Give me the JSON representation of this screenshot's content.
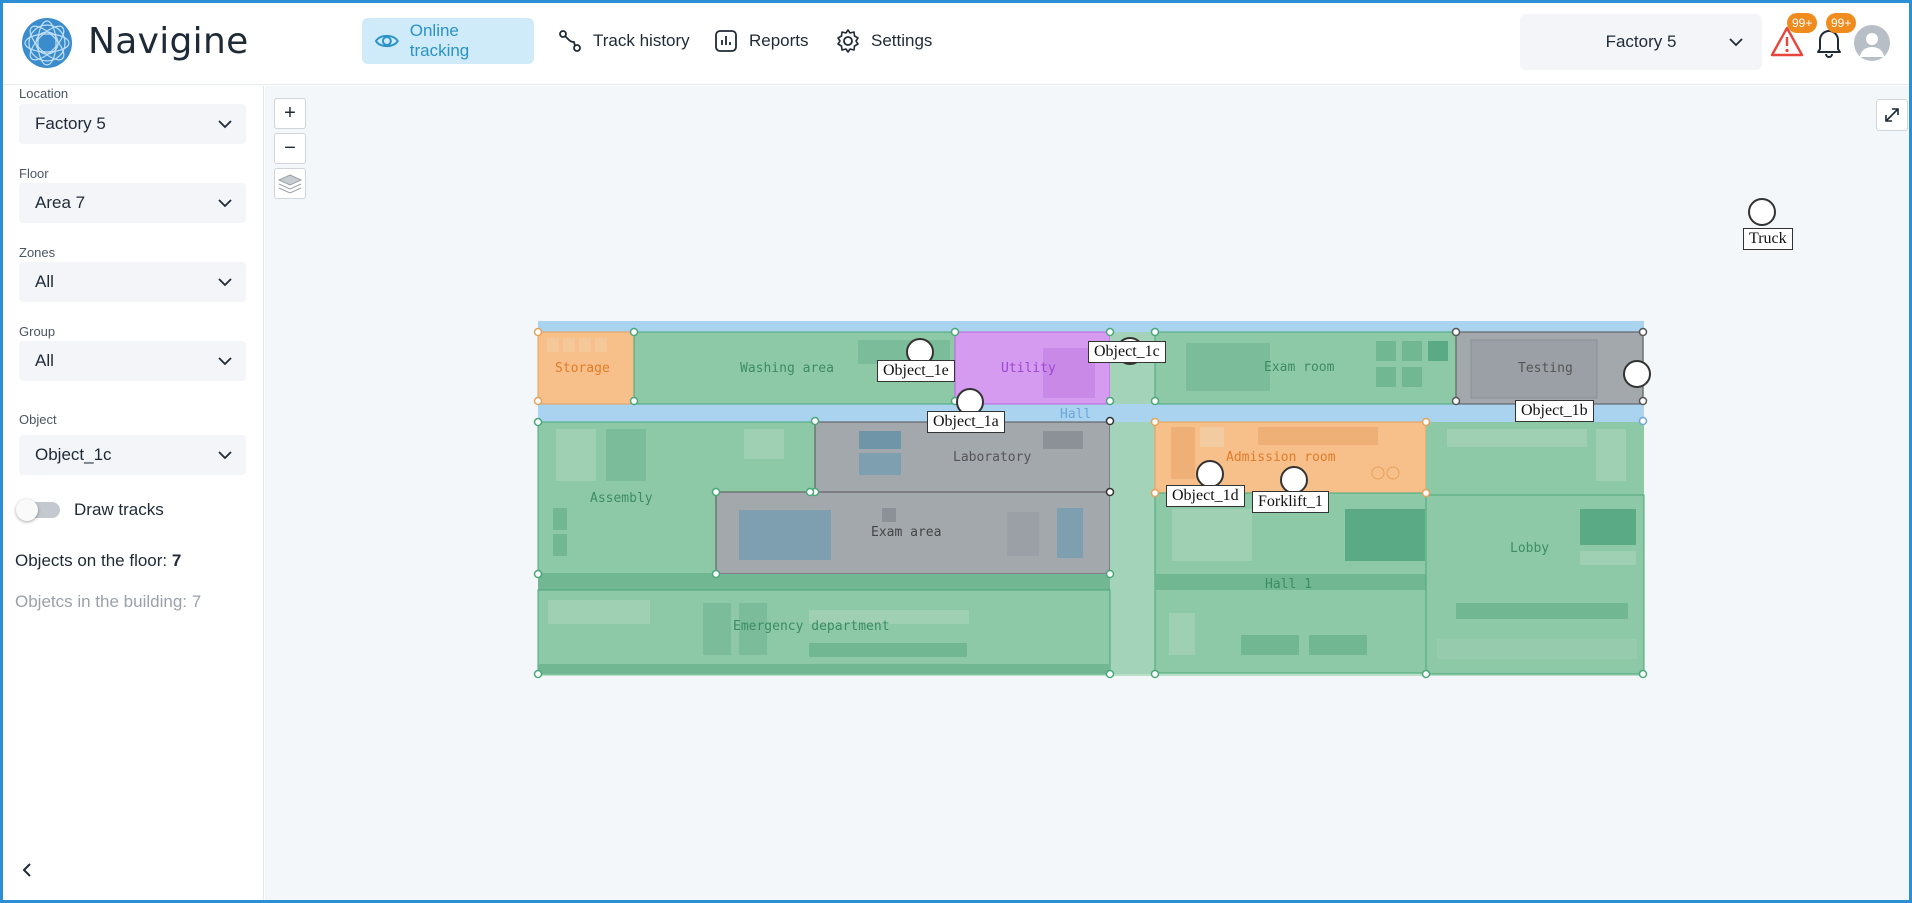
{
  "app": {
    "brand": "Navigine"
  },
  "nav": [
    {
      "label": "Online tracking",
      "icon": "eye-icon",
      "active": true
    },
    {
      "label": "Track history",
      "icon": "route-icon",
      "active": false
    },
    {
      "label": "Reports",
      "icon": "chart-icon",
      "active": false
    },
    {
      "label": "Settings",
      "icon": "gear-icon",
      "active": false
    }
  ],
  "header": {
    "location_select": "Factory 5",
    "alerts_badge": "99+",
    "notifications_badge": "99+"
  },
  "sidebar": {
    "location": {
      "label": "Location",
      "value": "Factory 5"
    },
    "floor": {
      "label": "Floor",
      "value": "Area 7"
    },
    "zones": {
      "label": "Zones",
      "value": "All"
    },
    "group": {
      "label": "Group",
      "value": "All"
    },
    "object": {
      "label": "Object",
      "value": "Object_1c"
    },
    "draw_tracks": "Draw tracks",
    "objects_on_floor_label": "Objects on the floor:",
    "objects_on_floor_value": "7",
    "objects_in_building": "Objetcs in the building: 7"
  },
  "map": {
    "zoom_in": "+",
    "zoom_out": "−",
    "zones": {
      "storage": "Storage",
      "washing": "Washing area",
      "utility": "Utility",
      "exam_room": "Exam room",
      "testing": "Testing",
      "hall_top": "Hall",
      "laboratory": "Laboratory",
      "admission": "Admission room",
      "assembly": "Assembly",
      "exam_area": "Exam area",
      "lobby": "Lobby",
      "hall_bottom": "Hall 1",
      "emergency": "Emergency department"
    },
    "objects": {
      "truck": "Truck",
      "object_1c": "Object_1c",
      "object_1b": "Object_1b",
      "object_1e": "Object_1e",
      "object_1a": "Object_1a",
      "object_1d": "Object_1d",
      "forklift_1": "Forklift_1"
    }
  },
  "colors": {
    "accent": "#2a93c7",
    "active_nav_bg": "#cfeaf8",
    "badge": "#f08c1e",
    "zone_green": "#8dc9a6",
    "zone_orange": "#f7c08a",
    "zone_purple": "#d59bf0",
    "zone_gray": "#a3a8ad",
    "hall_blue": "#a9d3ee"
  }
}
